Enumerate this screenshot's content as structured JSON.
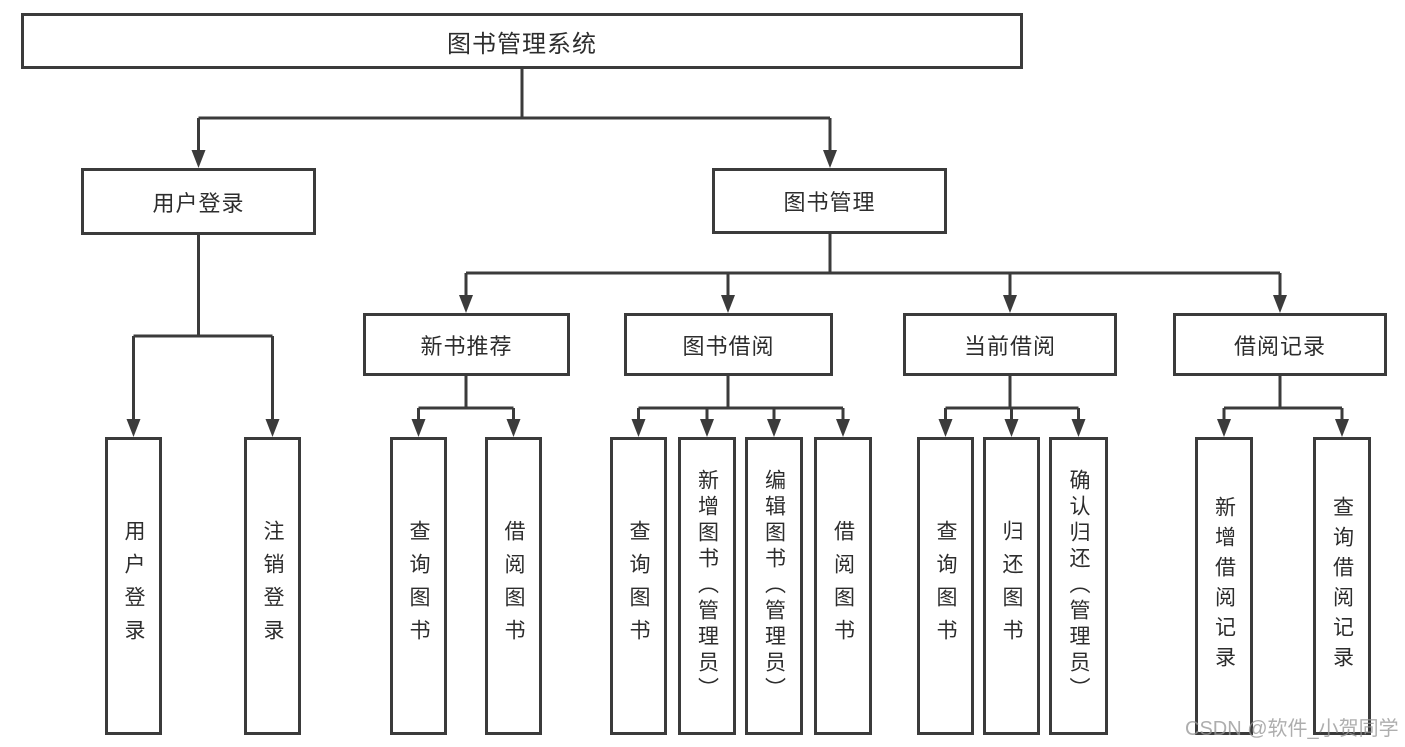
{
  "title": "图书管理系统",
  "colors": {
    "line": "#3b3b3b",
    "box_border": "#3b3b3b",
    "text": "#2d2d2d",
    "background": "#ffffff",
    "watermark": "#979797"
  },
  "watermark": {
    "text": "CSDN @软件_小贺同学"
  },
  "tree": {
    "root": {
      "label": "图书管理系统"
    },
    "branches": [
      {
        "label": "用户登录",
        "children": [
          {
            "label": "用户登录"
          },
          {
            "label": "注销登录"
          }
        ]
      },
      {
        "label": "图书管理",
        "children": [
          {
            "label": "新书推荐",
            "children": [
              {
                "label": "查询图书"
              },
              {
                "label": "借阅图书"
              }
            ]
          },
          {
            "label": "图书借阅",
            "children": [
              {
                "label": "查询图书"
              },
              {
                "label": "新增图书（管理员）"
              },
              {
                "label": "编辑图书（管理员）"
              },
              {
                "label": "借阅图书"
              }
            ]
          },
          {
            "label": "当前借阅",
            "children": [
              {
                "label": "查询图书"
              },
              {
                "label": "归还图书"
              },
              {
                "label": "确认归还（管理员）"
              }
            ]
          },
          {
            "label": "借阅记录",
            "children": [
              {
                "label": "新增借阅记录"
              },
              {
                "label": "查询借阅记录"
              }
            ]
          }
        ]
      }
    ]
  }
}
